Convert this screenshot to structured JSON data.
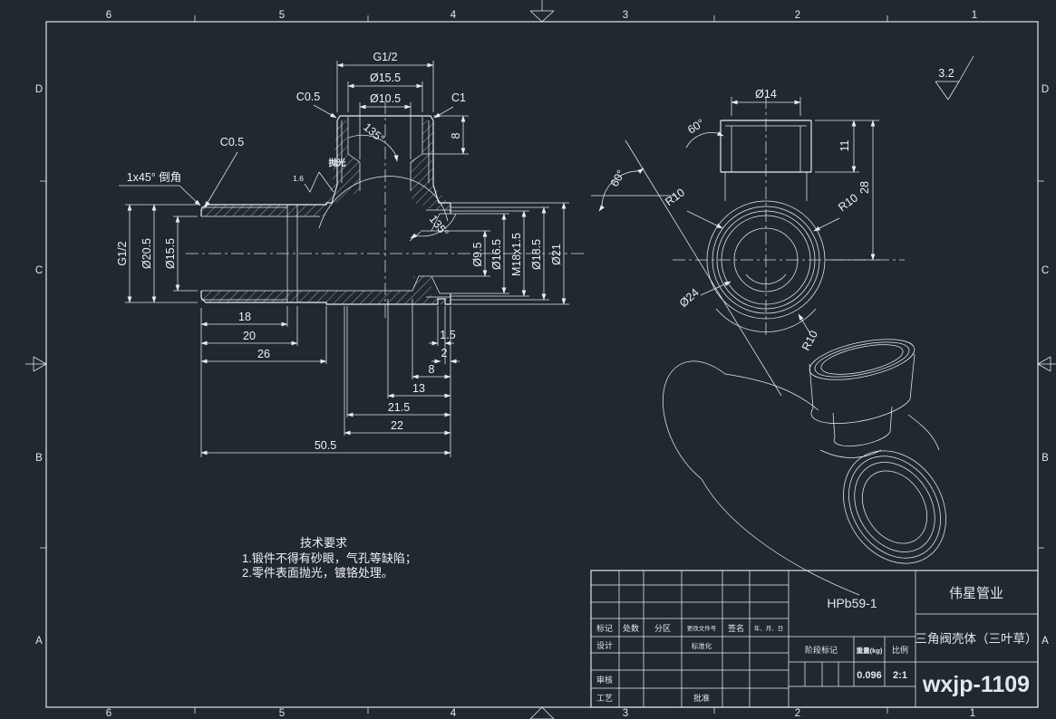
{
  "drawing": {
    "background": "#212830",
    "line_color": "#e8edf2"
  },
  "frame": {
    "top_zones": [
      "6",
      "5",
      "4",
      "3",
      "2",
      "1"
    ],
    "bottom_zones": [
      "6",
      "5",
      "4",
      "3",
      "2",
      "1"
    ],
    "left_zones": [
      "D",
      "C",
      "B",
      "A"
    ],
    "right_zones": [
      "D",
      "C",
      "B",
      "A"
    ]
  },
  "surface_finish": {
    "value": "3.2"
  },
  "left_view": {
    "top": {
      "thread": "G1/2",
      "d1": "Ø15.5",
      "d2": "Ø10.5",
      "chamfer_top": "C0.5",
      "chamfer_right": "C1",
      "depth": "8",
      "angle": "135°",
      "polish": "抛光",
      "roughness": "1.6"
    },
    "left": {
      "chamfer_note": "1x45° 倒角",
      "chamfer": "C0.5",
      "thread": "G1/2",
      "d1": "Ø20.5",
      "d2": "Ø15.5"
    },
    "right": {
      "angle": "135°",
      "d1": "Ø9.5",
      "d2": "Ø16.5",
      "thread": "M18x1.5",
      "d3": "Ø18.5",
      "d4": "Ø21"
    },
    "bottom": {
      "l18": "18",
      "l20": "20",
      "l26": "26",
      "l1_5": "1.5",
      "l2": "2",
      "l8": "8",
      "l13": "13",
      "l21_5": "21.5",
      "l22": "22",
      "l50_5": "50.5"
    }
  },
  "right_view": {
    "d_top": "Ø14",
    "angle_top": "60°",
    "angle_left": "60°",
    "r_left": "R10",
    "r_right": "R10",
    "h11": "11",
    "h28": "28",
    "d_mid": "Ø24",
    "r_iso": "R10"
  },
  "tech_requirements": {
    "title": "技术要求",
    "line1": "1.锻件不得有砂眼，气孔等缺陷；",
    "line2": "2.零件表面抛光，镀铬处理。"
  },
  "title_block": {
    "rev": {
      "mark": "标记",
      "count": "处数",
      "zone": "分区",
      "change_no": "更改文件号",
      "sign": "签名",
      "date": "年、月、日"
    },
    "roles": {
      "design": "设计",
      "standardize": "标准化",
      "check": "审核",
      "process": "工艺",
      "approve": "批准"
    },
    "stage_label": "阶段标记",
    "weight_label": "重量(kg)",
    "scale_label": "比例",
    "weight": "0.096",
    "scale": "2:1",
    "material": "HPb59-1",
    "company": "伟星管业",
    "part_name": "三角阀壳体（三叶草）",
    "drawing_no": "wxjp-1109"
  }
}
